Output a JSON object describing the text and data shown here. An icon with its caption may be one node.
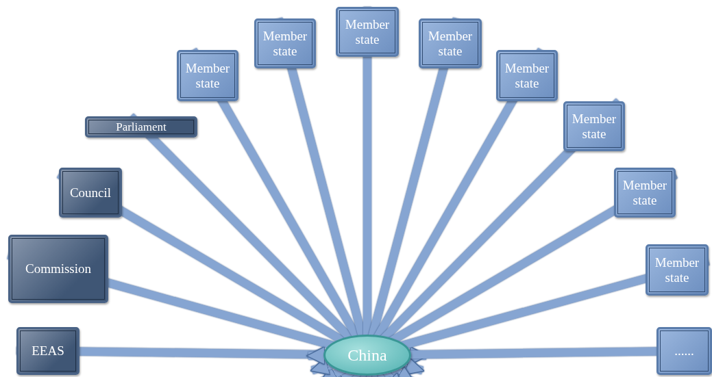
{
  "diagram": {
    "nodes": [
      {
        "text": [
          "EEAS"
        ]
      },
      {
        "text": [
          "Commission"
        ]
      },
      {
        "text": [
          "Council"
        ]
      },
      {
        "text": [
          "Parliament"
        ]
      },
      {
        "text": [
          "Member state"
        ]
      },
      {
        "text": [
          "Member state"
        ]
      },
      {
        "text": [
          "Member state"
        ]
      },
      {
        "text": [
          "Member state"
        ]
      },
      {
        "text": [
          "Member state"
        ]
      },
      {
        "text": [
          "Member state"
        ]
      },
      {
        "text": [
          "Member state"
        ]
      },
      {
        "text": [
          "Member state"
        ]
      },
      {
        "text": [
          "......"
        ]
      },
      {
        "text": [
          "China"
        ]
      }
    ],
    "edges": [
      {
        "from": 0,
        "to": 13,
        "arrow": "to"
      },
      {
        "from": 1,
        "to": 13,
        "arrow": "to"
      },
      {
        "from": 2,
        "to": 13,
        "arrow": "to"
      },
      {
        "from": 3,
        "to": 13,
        "arrow": "to"
      },
      {
        "from": 4,
        "to": 13,
        "arrow": "to"
      },
      {
        "from": 5,
        "to": 13,
        "arrow": "to"
      },
      {
        "from": 6,
        "to": 13,
        "arrow": "to"
      },
      {
        "from": 7,
        "to": 13,
        "arrow": "to"
      },
      {
        "from": 8,
        "to": 13,
        "arrow": "to"
      },
      {
        "from": 9,
        "to": 13,
        "arrow": "to"
      },
      {
        "from": 10,
        "to": 13,
        "arrow": "to"
      },
      {
        "from": 11,
        "to": 13,
        "arrow": "to"
      },
      {
        "from": 12,
        "to": 13,
        "arrow": "to"
      }
    ]
  }
}
